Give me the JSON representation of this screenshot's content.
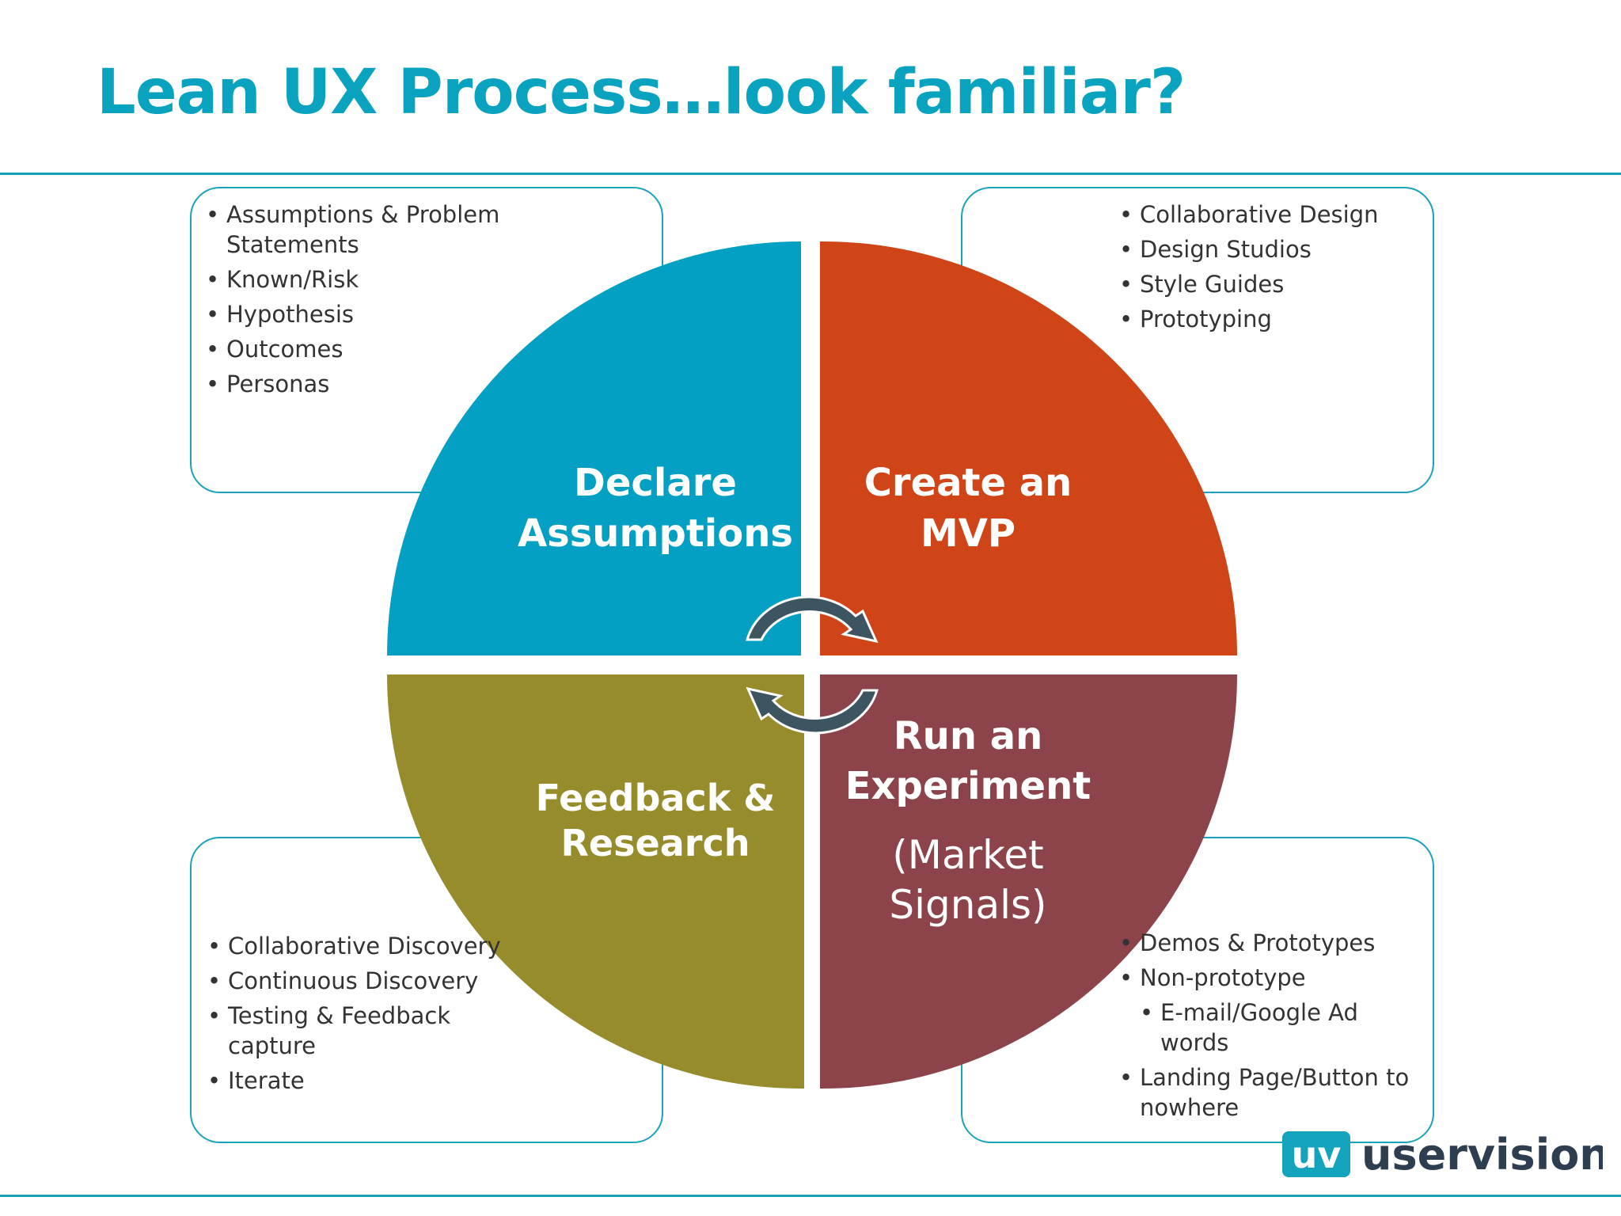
{
  "title": "Lean UX Process…look familiar?",
  "colors": {
    "accent": "#0aa3bf",
    "declare": "#03a0c4",
    "create": "#cf4517",
    "experiment": "#8c434a",
    "feedback": "#968c2b",
    "cycle_arrow": "#3d5560"
  },
  "quadrants": {
    "declare": {
      "line1": "Declare",
      "line2": "Assumptions"
    },
    "create": {
      "line1": "Create an",
      "line2": "MVP"
    },
    "experiment": {
      "line1": "Run an",
      "line2": "Experiment",
      "sub1": "(Market",
      "sub2": "Signals)"
    },
    "feedback": {
      "line1": "Feedback &",
      "line2": "Research"
    }
  },
  "notes": {
    "top_left": [
      "Assumptions & Problem Statements",
      "Known/Risk",
      "Hypothesis",
      "Outcomes",
      "Personas"
    ],
    "top_right": [
      "Collaborative Design",
      "Design Studios",
      "Style Guides",
      "Prototyping"
    ],
    "bottom_left": [
      "Collaborative Discovery",
      "Continuous Discovery",
      "Testing & Feedback capture",
      "Iterate"
    ],
    "bottom_right": {
      "item1": "Demos & Prototypes",
      "item2": "Non-prototype",
      "item2_sub": "E-mail/Google Ad words",
      "item3": "Landing Page/Button to nowhere"
    }
  },
  "icons": [
    "cycle-arrow-icon",
    "cycle-arrow-icon"
  ],
  "logo": {
    "mark": "uv",
    "name": "uservision"
  }
}
